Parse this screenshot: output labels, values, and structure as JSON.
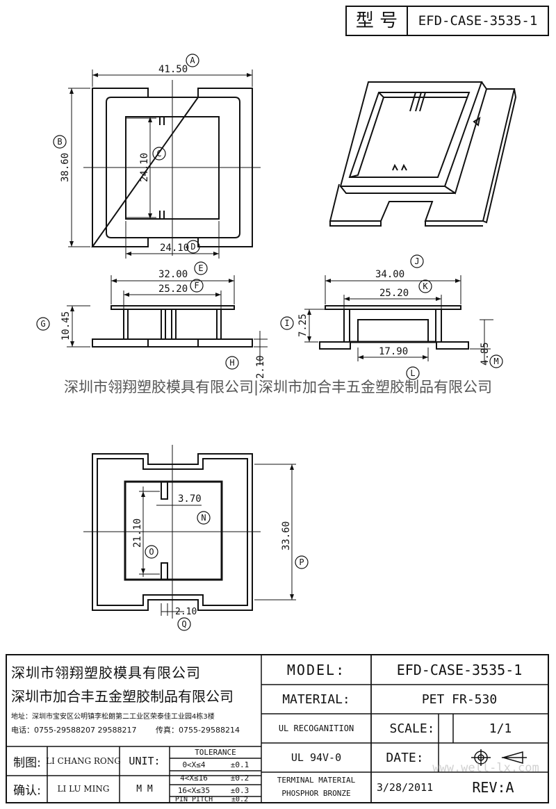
{
  "header": {
    "model_label": "型 号",
    "model_value": "EFD-CASE-3535-1"
  },
  "views": {
    "top": {
      "dims": {
        "A": "41.50",
        "B": "38.60",
        "C": "24.10",
        "D": "24.10"
      },
      "markers": {
        "A": "A",
        "B": "B",
        "C": "C",
        "D": "D"
      }
    },
    "front": {
      "dims": {
        "E": "32.00",
        "F": "25.20",
        "G": "10.45",
        "H": "2.10"
      },
      "markers": {
        "E": "E",
        "F": "F",
        "G": "G",
        "H": "H"
      }
    },
    "side": {
      "dims": {
        "J": "34.00",
        "K": "25.20",
        "I": "7.25",
        "L": "17.90",
        "M": "4.85"
      },
      "markers": {
        "J": "J",
        "K": "K",
        "I": "I",
        "L": "L",
        "M": "M"
      }
    },
    "bottom": {
      "dims": {
        "n": "3.70",
        "O": "21.10",
        "P": "33.60",
        "Q": "2.10"
      },
      "markers": {
        "N": "N",
        "O": "O",
        "P": "P",
        "Q": "Q"
      }
    }
  },
  "banner": "深圳市翎翔塑胶模具有限公司|深圳市加合丰五金塑胶制品有限公司",
  "title_block": {
    "company1": "深圳市翎翔塑胶模具有限公司",
    "company2": "深圳市加合丰五金塑胶制品有限公司",
    "address": "地址：深圳市宝安区公明镇李松朗第二工业区荣泰佳工业园4栋3楼",
    "phone": "电话：0755-29588207  29588217",
    "fax": "传真：0755-29588214",
    "model_label": "MODEL:",
    "model_value": "EFD-CASE-3535-1",
    "material_label": "MATERIAL:",
    "material_value": "PET FR-530",
    "ul_label": "UL RECOGANITION",
    "ul_value": "UL 94V-0",
    "scale_label": "SCALE:",
    "scale_value": "1/1",
    "date_label": "DATE:",
    "date_value": "3/28/2011",
    "rev_label": "REV:A",
    "drawn_label": "制图:",
    "drawn_name": "LI CHANG RONG",
    "approved_label": "确认:",
    "approved_name": "LI LU MING",
    "unit_label": "UNIT:",
    "unit_value": "M M",
    "tolerance_title": "TOLERANCE",
    "tolerance_rows": [
      {
        "range": "0<X≤4",
        "value": "±0.1"
      },
      {
        "range": "4<X≤16",
        "value": "±0.2"
      },
      {
        "range": "16<X≤35",
        "value": "±0.3"
      },
      {
        "range": "PIN PITCH",
        "value": "±0.2"
      }
    ],
    "terminal_label": "TERMINAL MATERIAL",
    "terminal_value": "PHOSPHOR  BRONZE",
    "watermark": "www.well-lx.com"
  }
}
